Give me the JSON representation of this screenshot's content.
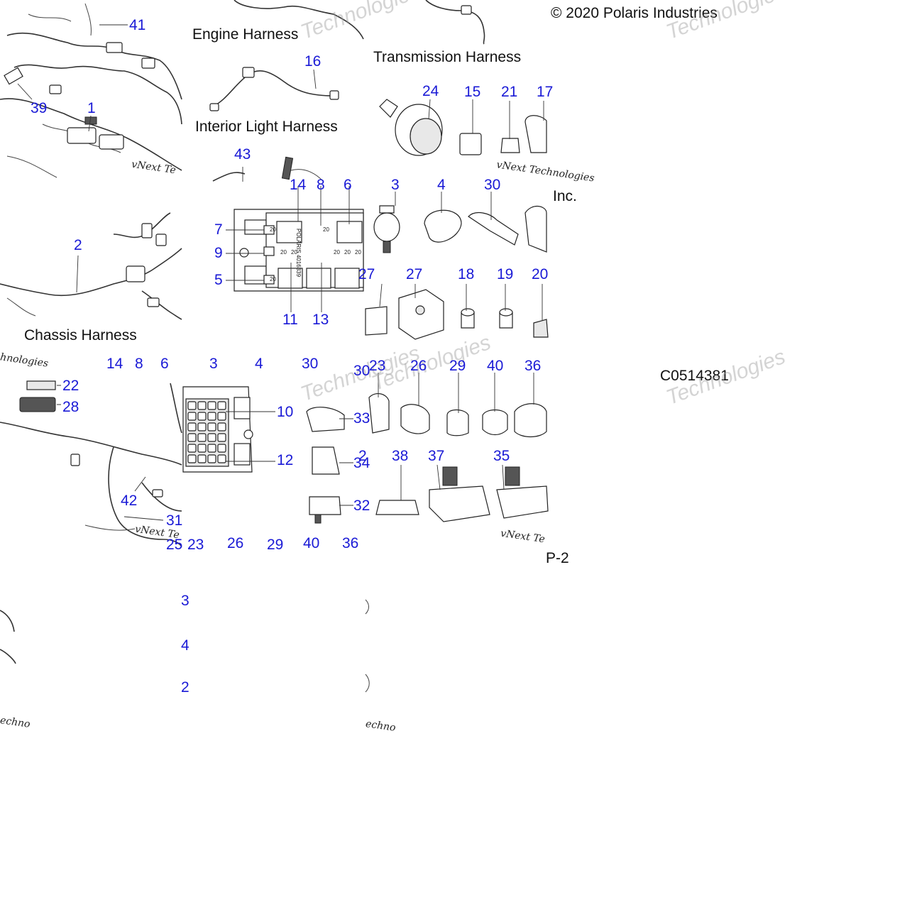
{
  "copyright": "© 2020 Polaris Industries",
  "copyright_suffix": "Inc.",
  "diagram_code": "C0514381",
  "page_ref": "P-2",
  "captions": {
    "engine_harness": "Engine Harness",
    "transmission_harness": "Transmission Harness",
    "interior_light_harness": "Interior Light Harness",
    "chassis_harness": "Chassis Harness"
  },
  "fuse_box_label": "POLARIS 4016339",
  "fuse_slot_marks": [
    "20",
    "20",
    "20",
    "20",
    "20",
    "20",
    "20",
    "20"
  ],
  "watermarks": {
    "small": "vNext Technologies",
    "fragment_a": "vNext Te",
    "fragment_b": "hnologies",
    "fragment_c": "echno",
    "large": "Technologies"
  },
  "callouts": [
    {
      "id": "c41",
      "text": "41"
    },
    {
      "id": "c39",
      "text": "39"
    },
    {
      "id": "c1",
      "text": "1"
    },
    {
      "id": "c16",
      "text": "16"
    },
    {
      "id": "c43",
      "text": "43"
    },
    {
      "id": "c24",
      "text": "24"
    },
    {
      "id": "c15",
      "text": "15"
    },
    {
      "id": "c21",
      "text": "21"
    },
    {
      "id": "c17",
      "text": "17"
    },
    {
      "id": "c2",
      "text": "2"
    },
    {
      "id": "c14a",
      "text": "14"
    },
    {
      "id": "c8a",
      "text": "8"
    },
    {
      "id": "c6a",
      "text": "6"
    },
    {
      "id": "c3a",
      "text": "3"
    },
    {
      "id": "c4a",
      "text": "4"
    },
    {
      "id": "c30a",
      "text": "30"
    },
    {
      "id": "c7",
      "text": "7"
    },
    {
      "id": "c9",
      "text": "9"
    },
    {
      "id": "c5",
      "text": "5"
    },
    {
      "id": "c11",
      "text": "11"
    },
    {
      "id": "c13",
      "text": "13"
    },
    {
      "id": "c27b",
      "text": "27"
    },
    {
      "id": "c27",
      "text": "27"
    },
    {
      "id": "c18",
      "text": "18"
    },
    {
      "id": "c19",
      "text": "19"
    },
    {
      "id": "c20",
      "text": "20"
    },
    {
      "id": "c14b",
      "text": "14"
    },
    {
      "id": "c8b",
      "text": "8"
    },
    {
      "id": "c6b",
      "text": "6"
    },
    {
      "id": "c3b",
      "text": "3"
    },
    {
      "id": "c4b",
      "text": "4"
    },
    {
      "id": "c30b",
      "text": "30"
    },
    {
      "id": "c22",
      "text": "22"
    },
    {
      "id": "c28",
      "text": "28"
    },
    {
      "id": "c10",
      "text": "10"
    },
    {
      "id": "c12",
      "text": "12"
    },
    {
      "id": "c42",
      "text": "42"
    },
    {
      "id": "c31",
      "text": "31"
    },
    {
      "id": "c25",
      "text": "25"
    },
    {
      "id": "c23",
      "text": "23"
    },
    {
      "id": "c26",
      "text": "26"
    },
    {
      "id": "c29",
      "text": "29"
    },
    {
      "id": "c40",
      "text": "40"
    },
    {
      "id": "c36",
      "text": "36"
    },
    {
      "id": "c33",
      "text": "33"
    },
    {
      "id": "c34",
      "text": "34"
    },
    {
      "id": "c32",
      "text": "32"
    },
    {
      "id": "c38",
      "text": "38"
    },
    {
      "id": "c37",
      "text": "37"
    },
    {
      "id": "c35",
      "text": "35"
    },
    {
      "id": "c23b",
      "text": "23"
    },
    {
      "id": "c26b",
      "text": "26"
    },
    {
      "id": "c29b",
      "text": "29"
    },
    {
      "id": "c40b",
      "text": "40"
    },
    {
      "id": "c36b",
      "text": "36"
    },
    {
      "id": "c3c",
      "text": "3"
    },
    {
      "id": "c4c",
      "text": "4"
    },
    {
      "id": "c2c",
      "text": "2"
    },
    {
      "id": "c30c",
      "text": "30"
    },
    {
      "id": "c28c",
      "text": "2"
    }
  ]
}
